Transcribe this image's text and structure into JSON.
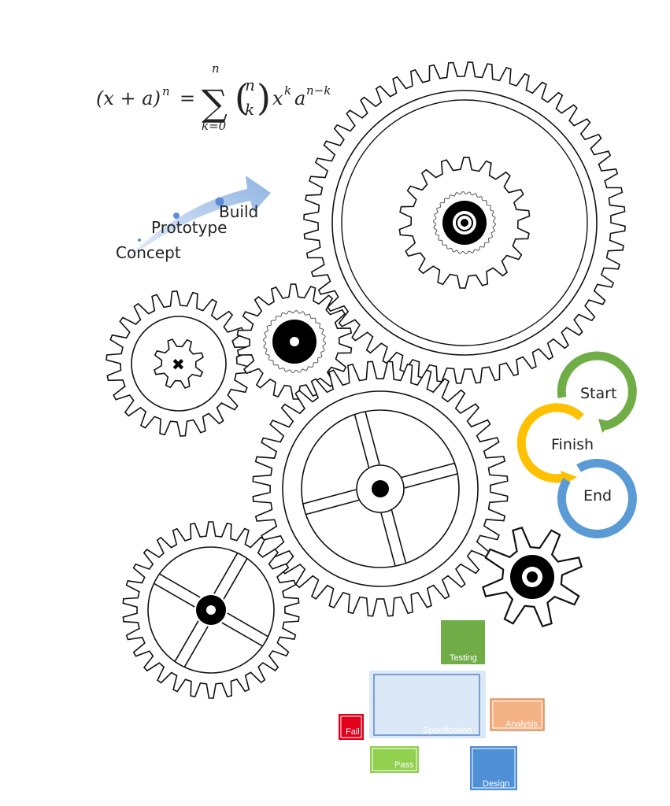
{
  "formula": {
    "lhs": "(x + a)",
    "lhs_exp": "n",
    "equals": "=",
    "sum_symbol": "∑",
    "sum_upper": "n",
    "sum_lower": "k=0",
    "binom_top": "n",
    "binom_bottom": "k",
    "x_term": "x",
    "x_exp": "k",
    "a_term": "a",
    "a_exp": "n−k"
  },
  "progress_arrow": {
    "steps": [
      "Concept",
      "Prototype",
      "Build"
    ],
    "color_start": "#e3ecf8",
    "color_end": "#8fb4e3",
    "dot_color": "#5b8ed6"
  },
  "cycle": {
    "labels": [
      "Start",
      "Finish",
      "End"
    ],
    "colors": [
      "#70ad47",
      "#ffc000",
      "#5b9bd5"
    ]
  },
  "process_boxes": {
    "testing": {
      "label": "Testing",
      "color": "#70ad47"
    },
    "specification": {
      "label": "Specification",
      "color": "#dae8f7"
    },
    "analysis": {
      "label": "Analysis",
      "color": "#f4b183"
    },
    "fail": {
      "label": "Fail",
      "color": "#e0001b"
    },
    "pass": {
      "label": "Pass",
      "color": "#92d050"
    },
    "design": {
      "label": "Design",
      "color": "#4f8fd6"
    }
  }
}
